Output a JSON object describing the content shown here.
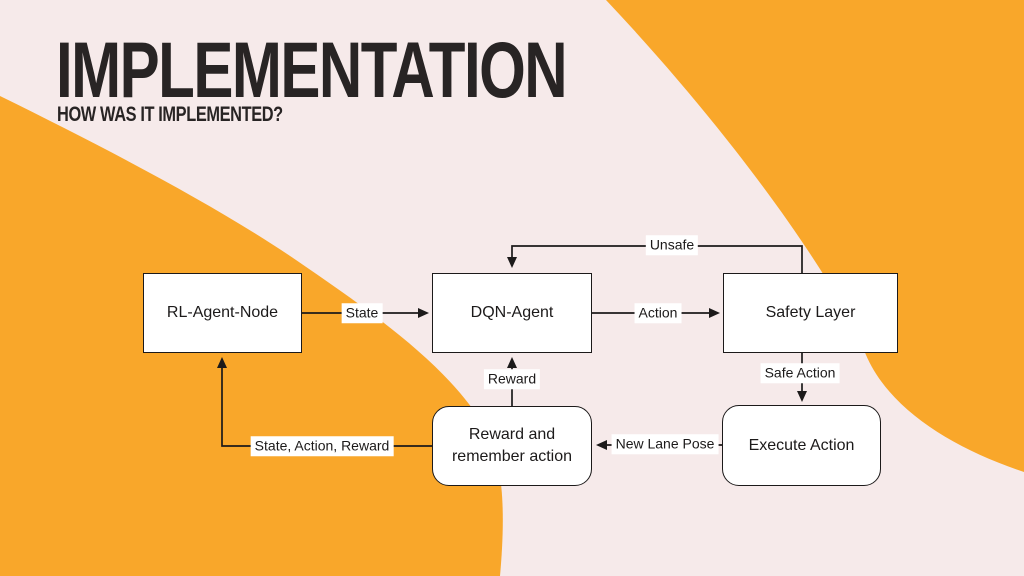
{
  "slide": {
    "title": "IMPLEMENTATION",
    "subtitle": "HOW WAS IT IMPLEMENTED?"
  },
  "colors": {
    "background_pink": "#F6EAEA",
    "accent_orange": "#F9A72A",
    "node_fill": "#FFFFFF",
    "line_black": "#1C1A1A",
    "title_black": "#282424"
  },
  "diagram": {
    "type": "flowchart",
    "nodes": [
      {
        "id": "rl-agent-node",
        "label": "RL-Agent-Node",
        "shape": "rect"
      },
      {
        "id": "dqn-agent",
        "label": "DQN-Agent",
        "shape": "rect"
      },
      {
        "id": "safety-layer",
        "label": "Safety Layer",
        "shape": "rect"
      },
      {
        "id": "execute-action",
        "label": "Execute Action",
        "shape": "rounded"
      },
      {
        "id": "reward-remember",
        "label": "Reward and remember action",
        "shape": "rounded"
      }
    ],
    "edges": [
      {
        "from": "rl-agent-node",
        "to": "dqn-agent",
        "label": "State"
      },
      {
        "from": "dqn-agent",
        "to": "safety-layer",
        "label": "Action"
      },
      {
        "from": "safety-layer",
        "to": "dqn-agent",
        "label": "Unsafe"
      },
      {
        "from": "safety-layer",
        "to": "execute-action",
        "label": "Safe Action"
      },
      {
        "from": "reward-remember",
        "to": "dqn-agent",
        "label": "Reward"
      },
      {
        "from": "execute-action",
        "to": "reward-remember",
        "label": "New Lane Pose"
      },
      {
        "from": "reward-remember",
        "to": "rl-agent-node",
        "label": "State, Action, Reward"
      }
    ]
  }
}
